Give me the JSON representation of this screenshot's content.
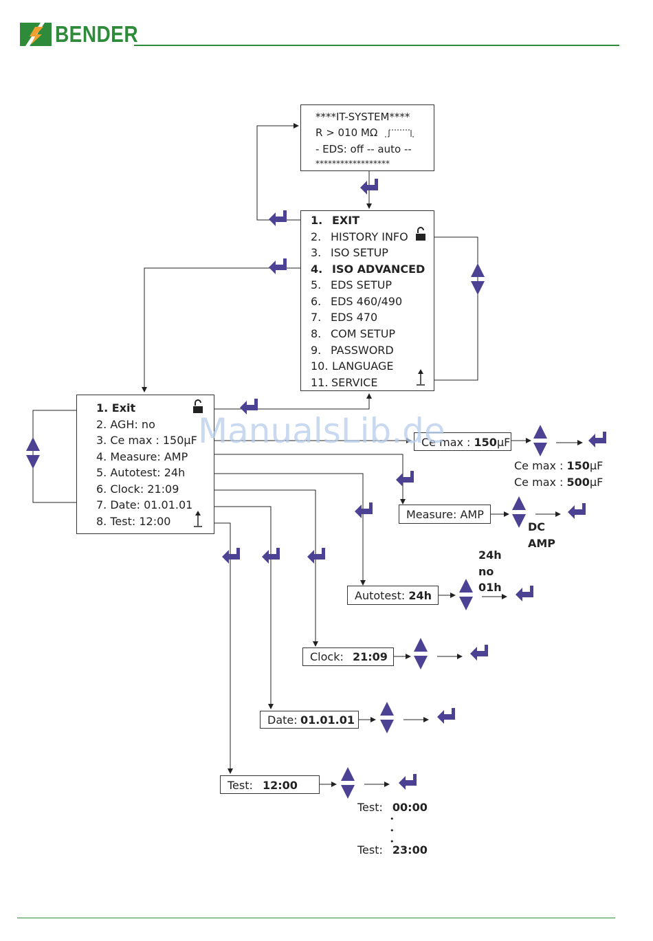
{
  "brand": {
    "name": "BENDER",
    "green": "#2e8b3a",
    "orange": "#f0a030"
  },
  "colors": {
    "arrow_purple": "#4b4293",
    "line": "#2e8b3a"
  },
  "watermark": "ManualsLib.de",
  "standard_display": {
    "line1": "****IT-SYSTEM****",
    "line2": "R > 010 MΩ",
    "line3": "- EDS: off -- auto --",
    "line4": "******************"
  },
  "main_menu": {
    "items": [
      {
        "num": "1.",
        "label": "EXIT"
      },
      {
        "num": "2.",
        "label": "HISTORY INFO"
      },
      {
        "num": "3.",
        "label": "ISO SETUP"
      },
      {
        "num": "4.",
        "label": "ISO ADVANCED"
      },
      {
        "num": "5.",
        "label": "EDS SETUP"
      },
      {
        "num": "6.",
        "label": "EDS 460/490"
      },
      {
        "num": "7.",
        "label": "EDS 470"
      },
      {
        "num": "8.",
        "label": "COM SETUP"
      },
      {
        "num": "9.",
        "label": "PASSWORD"
      },
      {
        "num": "10.",
        "label": "LANGUAGE"
      },
      {
        "num": "11.",
        "label": "SERVICE"
      }
    ]
  },
  "sub_menu": {
    "items": [
      {
        "label": "1. Exit"
      },
      {
        "label": "2. AGH: no"
      },
      {
        "label": "3. Ce max  : 150µF"
      },
      {
        "label": "4. Measure: AMP"
      },
      {
        "label": "5. Autotest: 24h"
      },
      {
        "label": "6. Clock:   21:09"
      },
      {
        "label": "7. Date: 01.01.01"
      },
      {
        "label": "8. Test:   12:00"
      }
    ]
  },
  "ce_max": {
    "box_label": "Ce max : ",
    "box_value": "150",
    "box_unit": "µF",
    "opt_label": "Ce max : ",
    "options": [
      {
        "value": "150",
        "unit": "µF"
      },
      {
        "value": "500",
        "unit": "µF"
      }
    ]
  },
  "measure": {
    "box": "Measure: AMP",
    "options": [
      "DC",
      "AMP"
    ]
  },
  "autotest": {
    "box_label": "Autotest: ",
    "box_value": "24h",
    "options": [
      "24h",
      "no",
      "01h"
    ]
  },
  "clock": {
    "box_label": "Clock:",
    "box_value": "21:09"
  },
  "date": {
    "box_label": "Date:",
    "box_value": "01.01.01"
  },
  "test": {
    "box_label": "Test:",
    "box_value": "12:00",
    "opt_label": "Test:",
    "opt_first": "00:00",
    "opt_last": "23:00",
    "dots": "•"
  }
}
